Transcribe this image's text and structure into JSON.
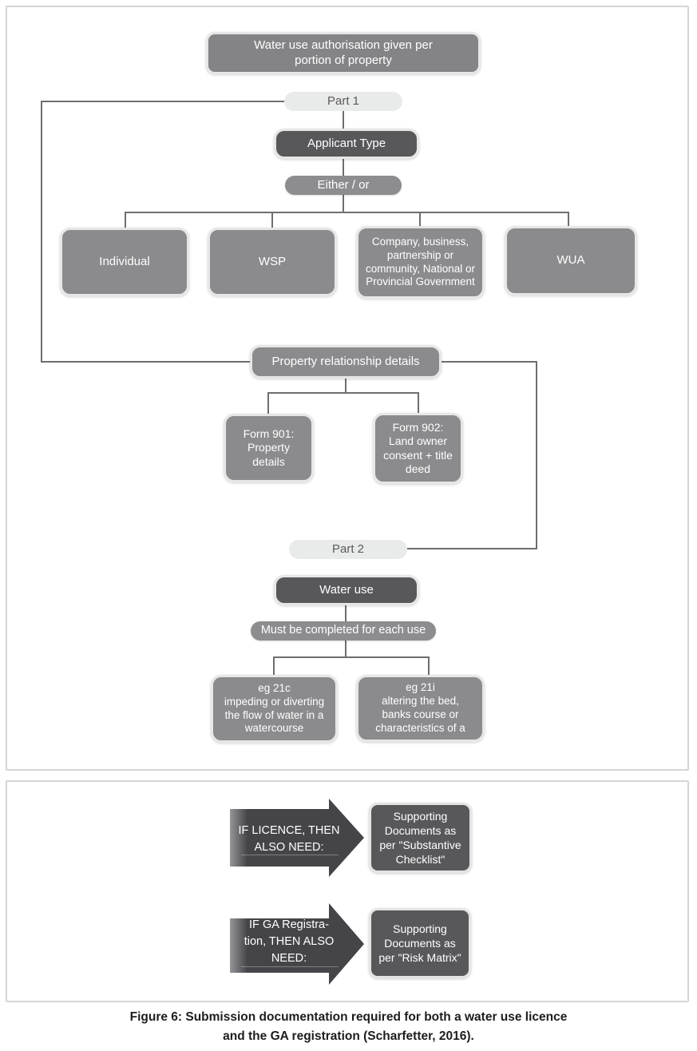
{
  "colors": {
    "box_medium": "#8b8b8e",
    "box_dark": "#58585b",
    "pill_light": "#e9eaea",
    "pill_medium": "#8d8d90",
    "connector_line": "#6d6e70",
    "arrow_dark": "#454549",
    "arrow_tail_light": "#96969a",
    "panel_border": "#d4d5d7",
    "caption_text": "#1d1d1f"
  },
  "flow": {
    "top_box": "Water use authorisation given per\nportion of property",
    "part1": "Part 1",
    "applicant_type": "Applicant Type",
    "either_or": "Either / or",
    "individual": "Individual",
    "wsp": "WSP",
    "company": "Company, business,\npartnership or\ncommunity, National or\nProvincial Government",
    "wua": "WUA",
    "property_details": "Property relationship details",
    "form901": "Form 901:\nProperty\ndetails",
    "form902": "Form 902:\nLand owner\nconsent + title\ndeed",
    "part2": "Part 2",
    "water_use": "Water use",
    "must_complete": "Must be completed for each use",
    "eg21c": "eg 21c\nimpeding or diverting\nthe flow of water in a\nwatercourse",
    "eg21i": "eg 21i\naltering the bed,\nbanks course or\ncharacteristics of a"
  },
  "legend": {
    "licence_arrow": "IF LICENCE, THEN\nALSO NEED:",
    "licence_docs": "Supporting\nDocuments as\nper \"Substantive\nChecklist\"",
    "ga_arrow": "IF GA Registra-\ntion, THEN ALSO\nNEED:",
    "ga_docs": "Supporting\nDocuments as\nper \"Risk Matrix\""
  },
  "caption": {
    "line1": "Figure 6: Submission documentation required for both a water use licence",
    "line2": "and the GA registration (Scharfetter, 2016)."
  }
}
